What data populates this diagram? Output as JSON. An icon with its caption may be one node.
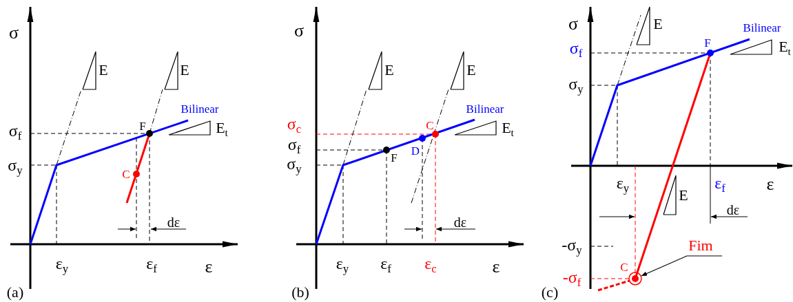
{
  "diagram": {
    "nodes": [
      {
        "text": [
          "Fim"
        ]
      },
      {
        "text": [],
        "shape": "circle"
      }
    ],
    "edges": [
      {
        "from": 0,
        "to": 1,
        "arrow": "to"
      }
    ],
    "labels": [
      "σ",
      "E",
      "E",
      "Bilinear",
      "F",
      "σ$_{f}$",
      "E$_{t}$",
      "σ$_{y}$",
      "C",
      "dε",
      "ε$_{y}$",
      "ε$_{f}$",
      "ε",
      "(a)",
      "σ",
      "E",
      "E",
      "Bilinear",
      "σ$_{c}$",
      "C",
      "E$_{t}$",
      "σ$_{f}$",
      "D",
      "F",
      "σ$_{y}$",
      "dε",
      "ε$_{y}$",
      "ε$_{f}$",
      "ε$_{c}$",
      "ε",
      "(b)",
      "σ",
      "E",
      "Bilinear",
      "σ$_{f}$",
      "F",
      "E$_{t}$",
      "σ$_{y}$",
      "ε$_{y}$",
      "ε$_{f}$",
      "ε",
      "E",
      "dε",
      "-σ$_{y}$",
      "C",
      "-σ$_{f}$",
      "(c)"
    ]
  }
}
